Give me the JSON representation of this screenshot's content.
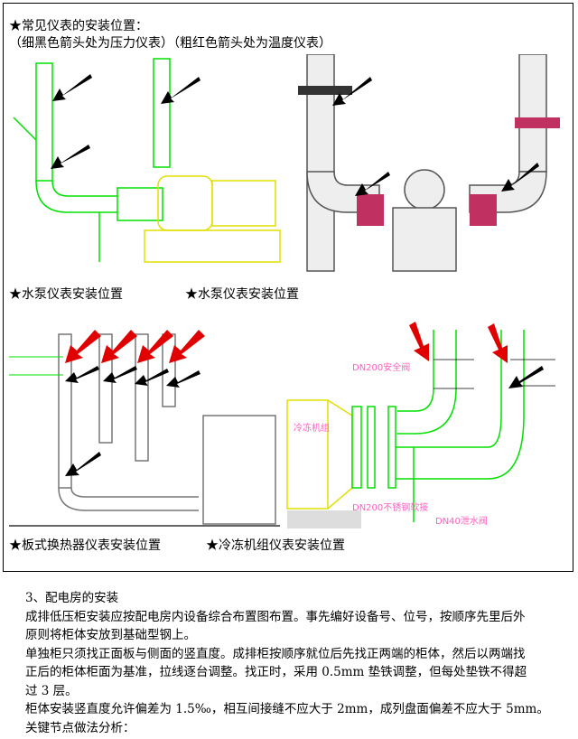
{
  "header": {
    "title": "★常见仪表的安装位置：",
    "legend_note": "（细黑色箭头处为压力仪表）（粗红色箭头处为温度仪表）"
  },
  "captions": [
    "★水泵仪表安装位置",
    "★水泵仪表安装位置",
    "★板式换热器仪表安装位置",
    "★冷冻机组仪表安装位置"
  ],
  "drawing_labels": {
    "valve": "DN200安全阀",
    "unit": "冷冻机组",
    "joint": "DN200不锈钢软接",
    "drain": "DN40泄水阀"
  },
  "colors": {
    "pipe": "#00e000",
    "equipment": "#e0e000",
    "temp_arrow": "#e00000",
    "pressure_arrow": "#000000",
    "annotation": "#ff60c0"
  },
  "section": {
    "heading": "3、配电房的安装",
    "paragraphs": [
      "成排低压柜安装应按配电房内设备综合布置图布置。事先编好设备号、位号，按顺序先里后外",
      "原则将柜体安放到基础型钢上。",
      "单独柜只须找正面板与侧面的竖直度。成排柜按顺序就位后先找正两端的柜体，然后以两端找",
      "正后的柜体柜面为基准，拉线逐台调整。找正时，采用 0.5mm 垫铁调整，但每处垫铁不得超",
      "过 3 层。",
      "柜体安装竖直度允许偏差为 1.5‰，相互间接缝不应大于 2mm，成列盘面偏差不应大于 5mm。",
      "关键节点做法分析："
    ]
  }
}
